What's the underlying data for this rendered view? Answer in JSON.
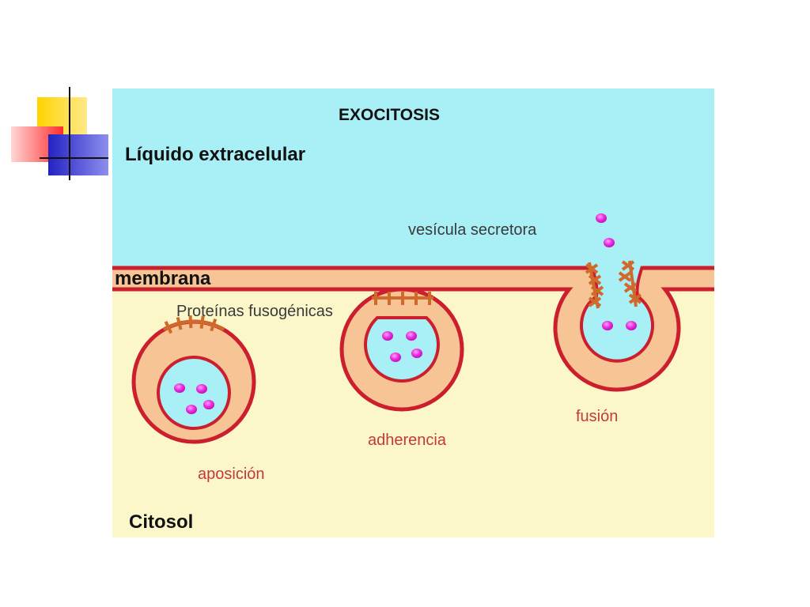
{
  "title": "EXOCITOSIS",
  "regions": {
    "extracellular": "Líquido extracelular",
    "membrane": "membrana",
    "cytosol": "Citosol"
  },
  "labels": {
    "secretory_vesicle": "vesícula secretora",
    "fusogenic_proteins": "Proteínas fusogénicas"
  },
  "stages": [
    {
      "label": "aposición"
    },
    {
      "label": "adherencia"
    },
    {
      "label": "fusión"
    }
  ],
  "colors": {
    "cyan": "#a9eff6",
    "yellow": "#fcf7c9",
    "peach": "#f7c595",
    "red": "#cc1f2e",
    "orange": "#d06a2a",
    "stage": "#c23a3a"
  }
}
